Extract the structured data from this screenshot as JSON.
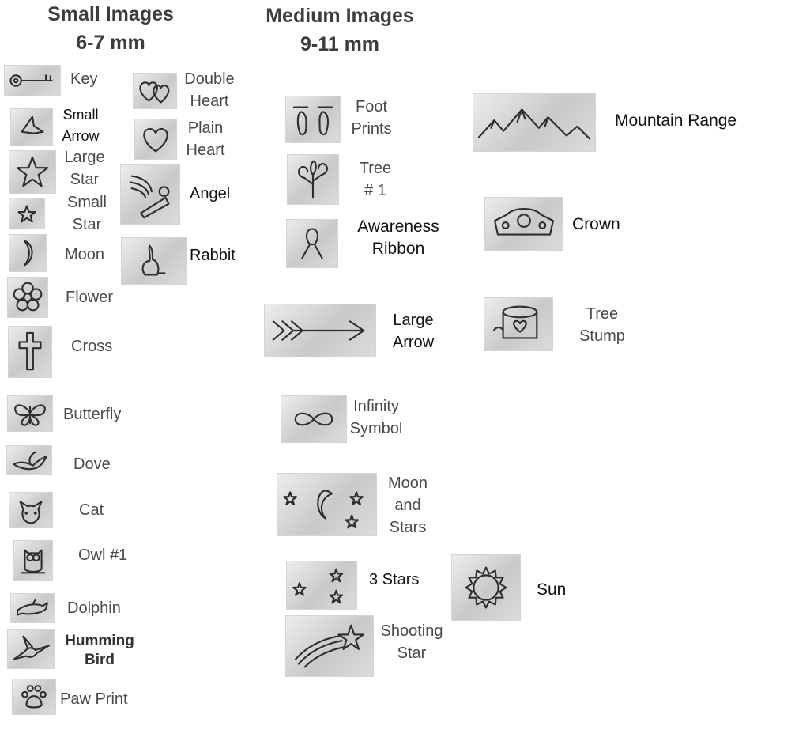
{
  "headings": {
    "small": {
      "line1": "Small Images",
      "line2": "6-7 mm"
    },
    "medium": {
      "line1": "Medium Images",
      "line2": "9-11 mm"
    }
  },
  "small": {
    "key": [
      "Key"
    ],
    "double_heart": [
      "Double",
      "Heart"
    ],
    "small_arrow": [
      "Small",
      "Arrow"
    ],
    "plain_heart": [
      "Plain",
      "Heart"
    ],
    "large_star": [
      "Large",
      "Star"
    ],
    "angel": [
      "Angel"
    ],
    "small_star": [
      "Small",
      "Star"
    ],
    "moon": [
      "Moon"
    ],
    "rabbit": [
      "Rabbit"
    ],
    "flower": [
      "Flower"
    ],
    "cross": [
      "Cross"
    ],
    "butterfly": [
      "Butterfly"
    ],
    "dove": [
      "Dove"
    ],
    "cat": [
      "Cat"
    ],
    "owl": [
      "Owl  #1"
    ],
    "dolphin": [
      "Dolphin"
    ],
    "humming_bird": [
      "Humming",
      "Bird"
    ],
    "paw_print": [
      "Paw Print"
    ]
  },
  "medium": {
    "foot_prints": [
      "Foot",
      "Prints"
    ],
    "mountain_range": [
      "Mountain Range"
    ],
    "tree": [
      "Tree",
      "# 1"
    ],
    "awareness_ribbon": [
      "Awareness",
      "Ribbon"
    ],
    "crown": [
      "Crown"
    ],
    "large_arrow": [
      "Large",
      "Arrow"
    ],
    "tree_stump": [
      "Tree",
      "Stump"
    ],
    "infinity": [
      "Infinity",
      "Symbol"
    ],
    "moon_and_stars": [
      "Moon",
      "and",
      "Stars"
    ],
    "three_stars": [
      "3 Stars"
    ],
    "sun": [
      "Sun"
    ],
    "shooting_star": [
      "Shooting",
      "Star"
    ]
  }
}
